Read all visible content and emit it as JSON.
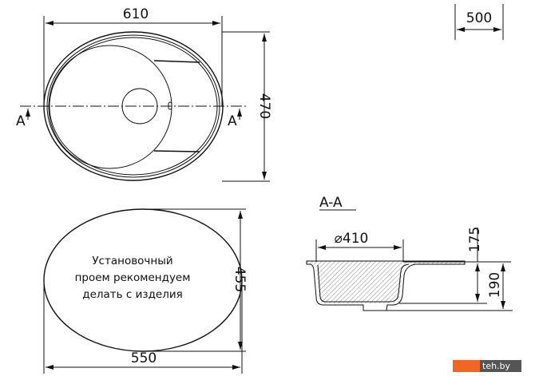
{
  "top_view": {
    "width_label": "610",
    "depth_label": "470",
    "section_mark_left": "A",
    "section_mark_right": "A"
  },
  "cabinet": {
    "label": "500"
  },
  "cutout_view": {
    "width_label": "550",
    "depth_label": "455",
    "note_lines": [
      "Установочный",
      "проем рекомендуем",
      "делать с изделия"
    ]
  },
  "section_view": {
    "title": "A-A",
    "diameter_label": "⌀410",
    "bowl_depth_label": "175",
    "total_depth_label": "190"
  },
  "watermark": {
    "text": "teh.by",
    "accent": "#f26522"
  }
}
